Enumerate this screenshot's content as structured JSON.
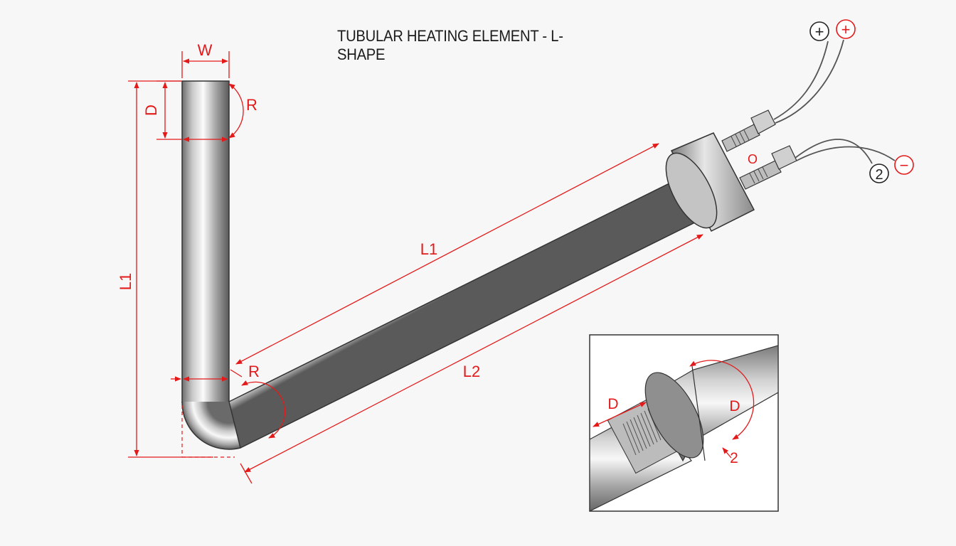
{
  "title": "TUBULAR HEATING ELEMENT - L-SHAPE",
  "colors": {
    "dimension": "#e41a1a",
    "tube": "#b8b8b8",
    "background": "#f7f7f7"
  },
  "dimensions": {
    "width": "W",
    "diameter_top": "D",
    "radius_top": "R",
    "leg_vertical": "L1",
    "leg_diagonal": "L1",
    "leg_outer": "L2",
    "radius_bend": "R"
  },
  "terminals": {
    "plus_black": "+",
    "plus_red": "+",
    "number": "2",
    "minus_red": "−",
    "mark": "O"
  },
  "detail": {
    "d_left": "D",
    "d_right": "D",
    "note": "2"
  }
}
